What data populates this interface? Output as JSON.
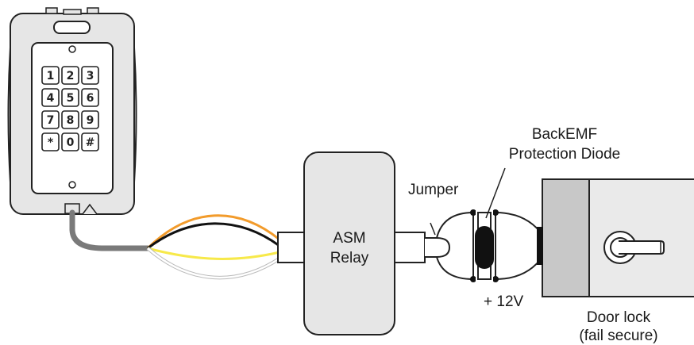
{
  "keypad": {
    "keys": [
      "1",
      "2",
      "3",
      "4",
      "5",
      "6",
      "7",
      "8",
      "9",
      "*",
      "0",
      "#"
    ]
  },
  "relay": {
    "label_line1": "ASM",
    "label_line2": "Relay"
  },
  "jumper_label": "Jumper",
  "diode_label_line1": "BackEMF",
  "diode_label_line2": "Protection Diode",
  "supply_label": "+ 12V",
  "door_lock": {
    "label_line1": "Door lock",
    "label_line2": "(fail secure)"
  },
  "colors": {
    "outline": "#222222",
    "keypad_body": "#e6e6e6",
    "relay_body": "#e6e6e6",
    "door_panel": "#c8c8c8",
    "door_frame": "#eaeaea",
    "cable_gray": "#7a7a7a",
    "wire_orange": "#f29b2b",
    "wire_black": "#111111",
    "wire_yellow": "#f7e94a",
    "wire_white": "#ffffff"
  }
}
